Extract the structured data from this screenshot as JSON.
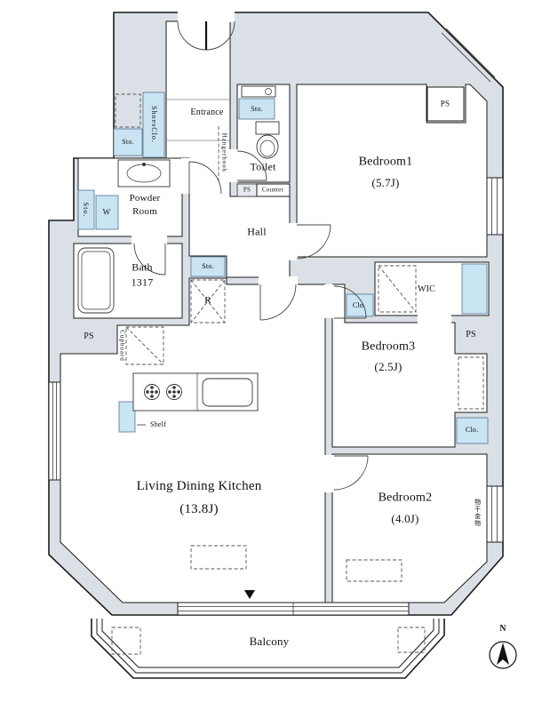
{
  "rooms": {
    "entrance": "Entrance",
    "toilet": "Toilet",
    "hall": "Hall",
    "powder_line1": "Powder",
    "powder_line2": "Room",
    "bath": "Bath",
    "bath_size": "1317",
    "bedroom1": "Bedroom1",
    "bedroom1_size": "(5.7J)",
    "bedroom2": "Bedroom2",
    "bedroom2_size": "(4.0J)",
    "bedroom3": "Bedroom3",
    "bedroom3_size": "(2.5J)",
    "wic": "WIC",
    "ldk": "Living Dining Kitchen",
    "ldk_size": "(13.8J)",
    "balcony": "Balcony"
  },
  "fixtures": {
    "shoes_closet": "ShoesClo.",
    "storage": "Sto.",
    "closet": "Clo.",
    "pipe_space": "PS",
    "counter": "Counter",
    "hanger_hook": "Hangerhook",
    "washer": "W",
    "refrigerator": "R",
    "cupboard": "Cupboard",
    "shelf": "Shelf",
    "laundry_hardware": "物干金物"
  },
  "compass": {
    "north": "N"
  },
  "colors": {
    "wall_fill": "#dbe0e6",
    "storage_fill": "#c9e4f3",
    "line": "#1b1b1b"
  }
}
